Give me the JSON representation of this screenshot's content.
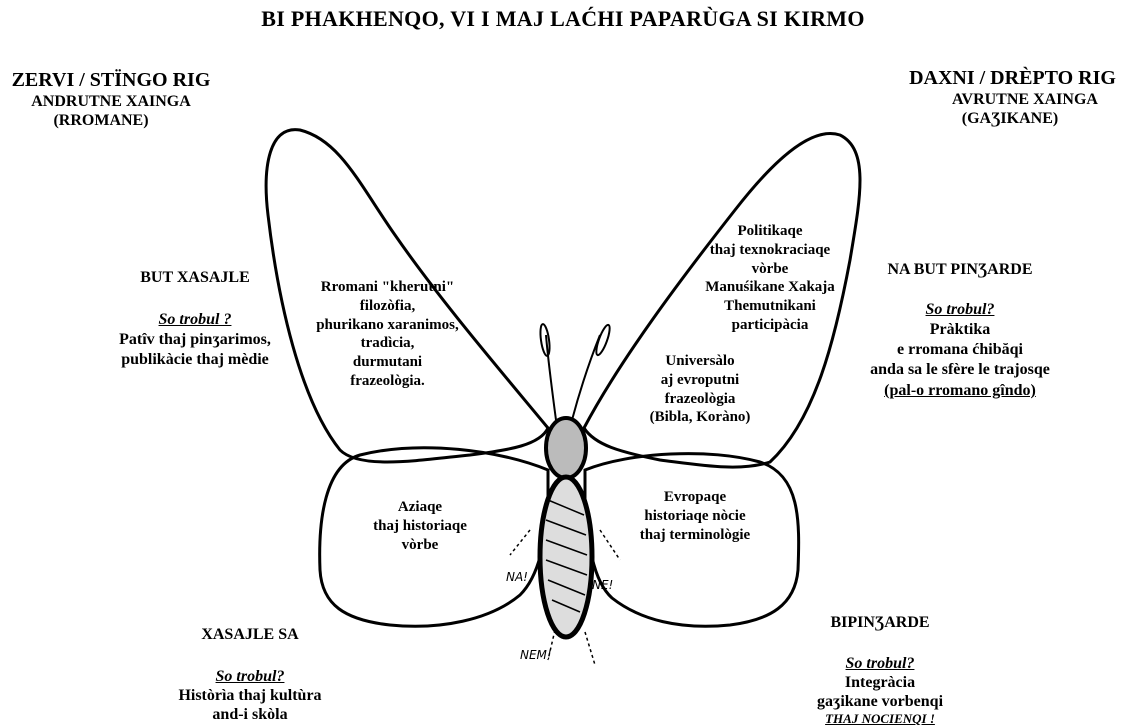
{
  "title": "BI PHAKHENQO, VI I MAJ LAĆHI PAPARÙGA SI KIRMO",
  "left_header": {
    "line1": "ZERVI / STÏNGO RIG",
    "line2": "ANDRUTNE XAINGA",
    "line3": "(RROMANE)"
  },
  "right_header": {
    "line1": "DAXNI / DRÈPTO RIG",
    "line2": "AVRUTNE XAINGA",
    "line3": "(GAƷIKANE)"
  },
  "top_left_label": {
    "heading": "BUT XASAJLE",
    "question": "So trobul ?",
    "line1": "Patîv thaj pinʒarimos,",
    "line2": "publikàcie thaj mèdie"
  },
  "top_right_label": {
    "heading": "NA BUT PINƷARDE",
    "question": "So trobul?",
    "line1": "Pràktika",
    "line2": "e rromana ćhibăqi",
    "line3": "anda sa le sfère le trajosqe",
    "line4": "(pal-o rromano gîndo)"
  },
  "bottom_left_label": {
    "heading": "XASAJLE SA",
    "question": "So trobul?",
    "line1": "Històrìa thaj kultùra",
    "line2": "and-i skòla"
  },
  "bottom_right_label": {
    "heading": "BIPINƷARDE",
    "question": "So trobul?",
    "line1": "Integràcia",
    "line2": "gaʒikane vorbenqi",
    "line3": "THAJ NOCIENQI !"
  },
  "wings": {
    "upper_left": [
      "Rromani \"kherutni\"",
      "filozòfia,",
      "phurikano xaranimos,",
      "tradìcia,",
      "durmutani",
      "frazeològia."
    ],
    "upper_right_a": [
      "Politikaqe",
      "thaj texnokraciaqe",
      "vòrbe",
      "Manuśikane Xakaja",
      "Themutnikani",
      "participàcia"
    ],
    "upper_right_b": [
      "Universàlo",
      "aj evroputni",
      "frazeològia",
      "(Bibla, Koràno)"
    ],
    "lower_left": [
      "Aziaqe",
      "thaj historiaqe",
      "vòrbe"
    ],
    "lower_right": [
      "Evropaqe",
      "historiaqe nòcie",
      "thaj terminològie"
    ]
  },
  "body_marks": {
    "na": "NA!",
    "ne": "NE!",
    "nem": "NEM!"
  },
  "colors": {
    "ink": "#000000",
    "paper": "#ffffff"
  }
}
